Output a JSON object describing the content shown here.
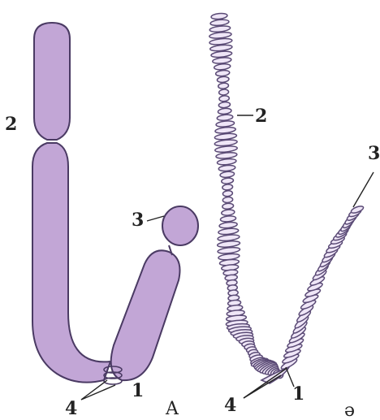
{
  "colors": {
    "chromatid_fill": "#c2a6d6",
    "chromatid_stroke": "#4a3a63",
    "coil_fill": "#efe6f7",
    "coil_stroke": "#5a4a75",
    "label_text": "#222222",
    "background": "#ffffff"
  },
  "panel_a": {
    "caption": "A",
    "labels": {
      "arm_long": "2",
      "satellite": "3",
      "arm_short": "1",
      "centromere": "4"
    }
  },
  "panel_b": {
    "caption": "ə",
    "labels": {
      "coil_long": "2",
      "coil_end": "3",
      "coil_short": "1",
      "centromere": "4"
    }
  }
}
